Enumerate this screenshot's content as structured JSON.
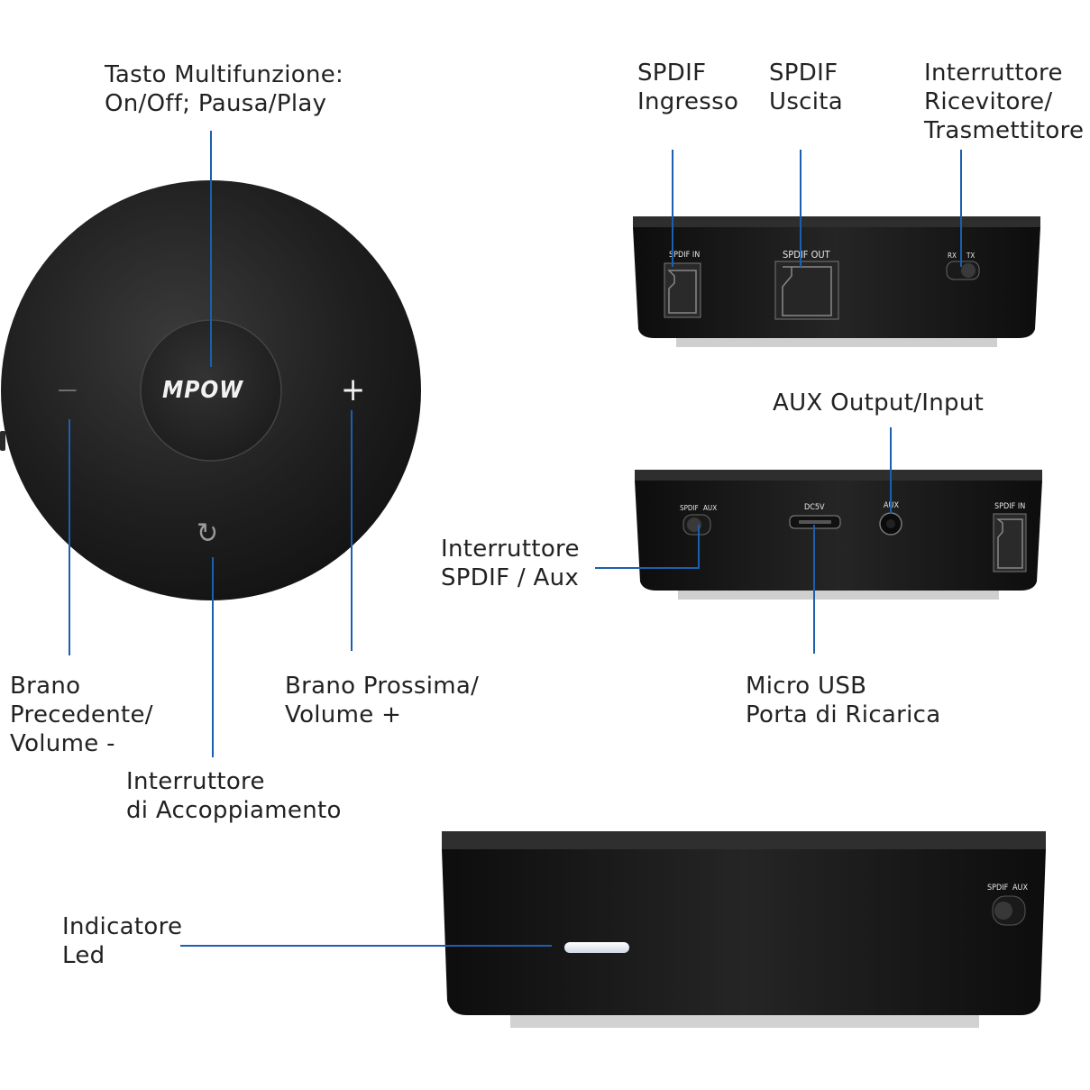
{
  "labels": {
    "multifunction": [
      "Tasto Multifunzione:",
      "On/Off; Pausa/Play"
    ],
    "prev": [
      "Brano",
      "Precedente/",
      "Volume -"
    ],
    "next": [
      "Brano Prossima/",
      "Volume +"
    ],
    "pairing": [
      "Interruttore",
      "di Accoppiamento"
    ],
    "spdif_in": [
      "SPDIF",
      "Ingresso"
    ],
    "spdif_out": [
      "SPDIF",
      "Uscita"
    ],
    "rx_tx_switch": [
      "Interruttore",
      "Ricevitore/",
      "Trasmettitore"
    ],
    "aux_io": [
      "AUX Output/Input"
    ],
    "spdif_aux_switch": [
      "Interruttore",
      "SPDIF / Aux"
    ],
    "micro_usb": [
      "Micro USB",
      "Porta di Ricarica"
    ],
    "led": [
      "Indicatore",
      "Led"
    ]
  },
  "device": {
    "brand": "MPOW",
    "minus": "—",
    "plus": "+",
    "pair_icon": "↻",
    "port_spdif_in": "SPDIF IN",
    "port_spdif_out": "SPDIF OUT",
    "rx": "RX",
    "tx": "TX",
    "sw_spdif": "SPDIF",
    "sw_aux": "AUX",
    "dc5v": "DC5V",
    "aux": "AUX",
    "port_spdif_in_2": "SPDIF IN"
  },
  "colors": {
    "leader": "#1c5fae",
    "device_body": "#1b1b1b",
    "label_text": "#222222"
  }
}
